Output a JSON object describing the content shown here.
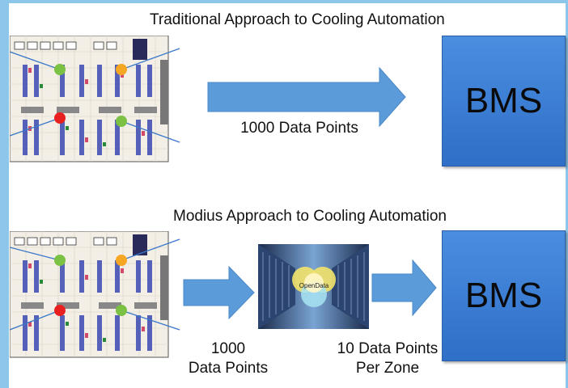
{
  "top": {
    "title": "Traditional Approach to Cooling Automation",
    "arrow_label": "1000 Data Points",
    "bms_label": "BMS"
  },
  "bottom": {
    "title": "Modius Approach to Cooling Automation",
    "input_label_line1": "1000",
    "input_label_line2": "Data Points",
    "output_label_line1": "10 Data Points",
    "output_label_line2": "Per Zone",
    "hub_label": "OpenData",
    "bms_label": "BMS"
  },
  "colors": {
    "arrow_fill": "#5b9bd9",
    "bms_fill": "#3b7fd4",
    "sensor_green": "#7bc143",
    "sensor_orange": "#f5a623",
    "sensor_red": "#e82020",
    "frame": "#8cc6ea"
  }
}
